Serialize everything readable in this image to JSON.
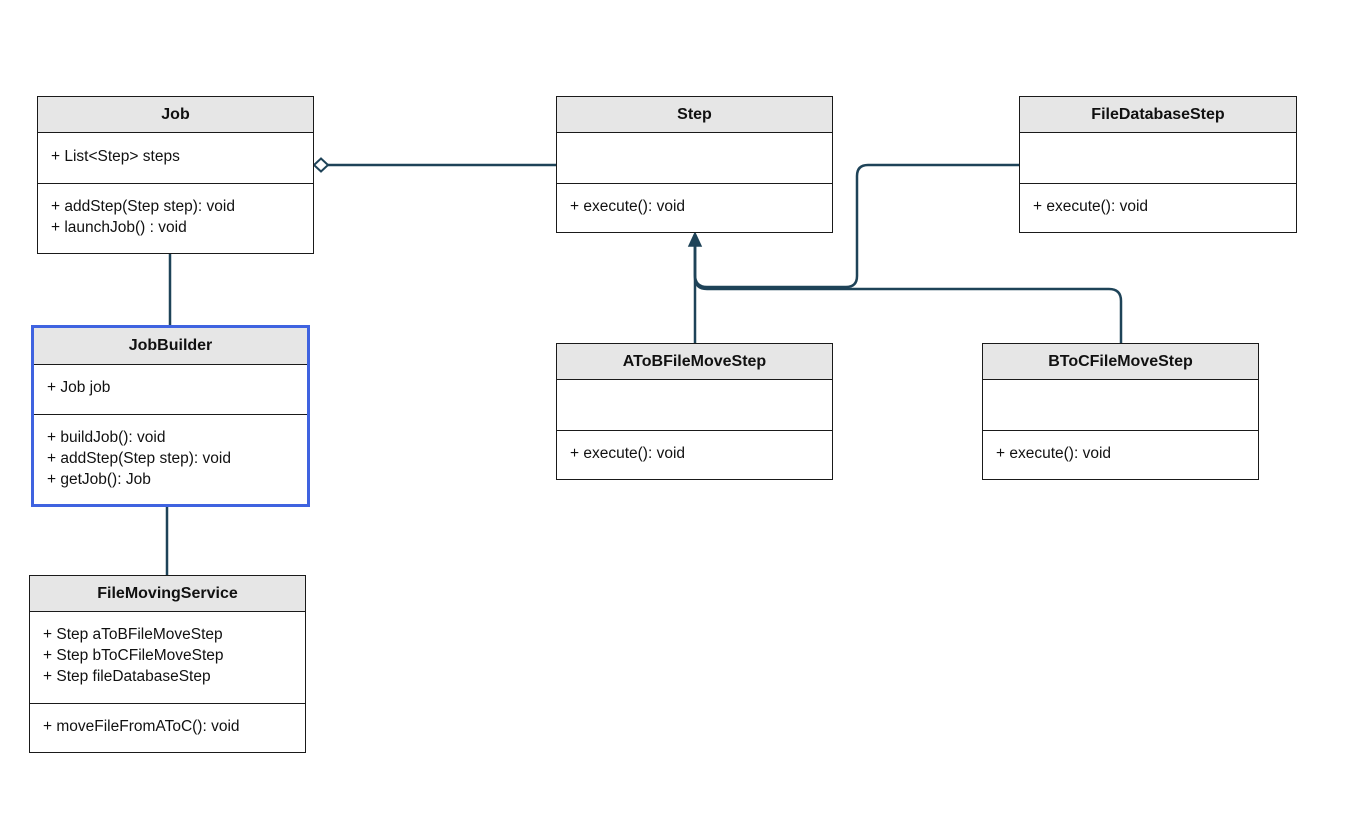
{
  "classes": {
    "job": {
      "name": "Job",
      "attributes": [
        "+ List<Step> steps"
      ],
      "methods": [
        "+ addStep(Step step): void",
        "+ launchJob() : void"
      ]
    },
    "step": {
      "name": "Step",
      "attributes": [],
      "methods": [
        "+ execute(): void"
      ]
    },
    "file_database_step": {
      "name": "FileDatabaseStep",
      "attributes": [],
      "methods": [
        "+ execute(): void"
      ]
    },
    "job_builder": {
      "name": "JobBuilder",
      "attributes": [
        "+ Job job"
      ],
      "methods": [
        "+ buildJob(): void",
        "+ addStep(Step step): void",
        "+ getJob(): Job"
      ]
    },
    "a_to_b_file_move_step": {
      "name": "AToBFileMoveStep",
      "attributes": [],
      "methods": [
        "+ execute(): void"
      ]
    },
    "b_to_c_file_move_step": {
      "name": "BToCFileMoveStep",
      "attributes": [],
      "methods": [
        "+ execute(): void"
      ]
    },
    "file_moving_service": {
      "name": "FileMovingService",
      "attributes": [
        "+ Step aToBFileMoveStep",
        "+ Step bToCFileMoveStep",
        "+ Step fileDatabaseStep"
      ],
      "methods": [
        "+ moveFileFromAToC(): void"
      ]
    }
  },
  "relationships": [
    {
      "type": "aggregation",
      "whole": "Job",
      "part": "Step"
    },
    {
      "type": "association",
      "from": "Job",
      "to": "JobBuilder"
    },
    {
      "type": "association",
      "from": "JobBuilder",
      "to": "FileMovingService"
    },
    {
      "type": "generalization",
      "child": "AToBFileMoveStep",
      "parent": "Step"
    },
    {
      "type": "generalization",
      "child": "BToCFileMoveStep",
      "parent": "Step"
    },
    {
      "type": "generalization",
      "child": "FileDatabaseStep",
      "parent": "Step"
    }
  ],
  "colors": {
    "connector": "#1e4358",
    "selection": "#3f63e0",
    "header_fill": "#e6e6e6",
    "border": "#1a1a1a"
  }
}
